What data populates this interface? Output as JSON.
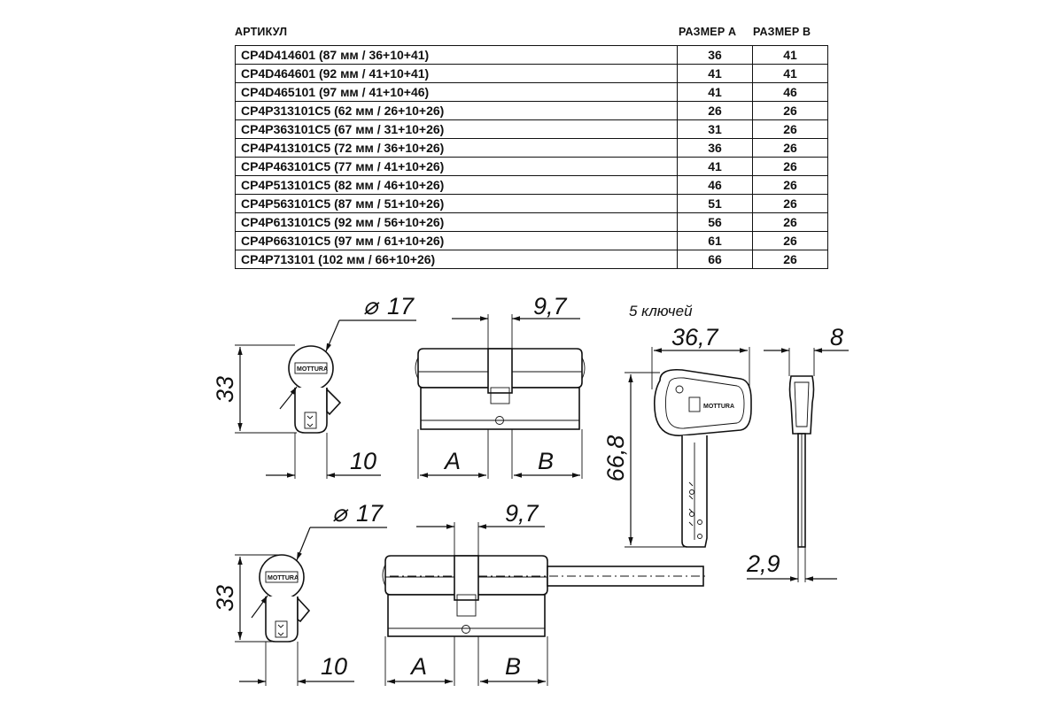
{
  "table": {
    "headers": {
      "article": "АРТИКУЛ",
      "size_a": "РАЗМЕР А",
      "size_b": "РАЗМЕР В"
    },
    "rows": [
      {
        "article": "CP4D414601 (87 мм / 36+10+41)",
        "a": "36",
        "b": "41"
      },
      {
        "article": "CP4D464601 (92 мм / 41+10+41)",
        "a": "41",
        "b": "41"
      },
      {
        "article": "CP4D465101 (97 мм / 41+10+46)",
        "a": "41",
        "b": "46"
      },
      {
        "article": "CP4P313101C5 (62 мм / 26+10+26)",
        "a": "26",
        "b": "26"
      },
      {
        "article": "CP4P363101C5 (67 мм / 31+10+26)",
        "a": "31",
        "b": "26"
      },
      {
        "article": "CP4P413101C5 (72 мм / 36+10+26)",
        "a": "36",
        "b": "26"
      },
      {
        "article": "CP4P463101C5 (77 мм / 41+10+26)",
        "a": "41",
        "b": "26"
      },
      {
        "article": "CP4P513101C5 (82 мм / 46+10+26)",
        "a": "46",
        "b": "26"
      },
      {
        "article": "CP4P563101C5 (87 мм / 51+10+26)",
        "a": "51",
        "b": "26"
      },
      {
        "article": "CP4P613101C5 (92 мм / 56+10+26)",
        "a": "56",
        "b": "26"
      },
      {
        "article": "CP4P663101C5 (97 мм / 61+10+26)",
        "a": "61",
        "b": "26"
      },
      {
        "article": "CP4P713101 (102 мм / 66+10+26)",
        "a": "66",
        "b": "26"
      }
    ]
  },
  "drawing": {
    "top_profile": {
      "diameter": "17",
      "height": "33",
      "width": "10"
    },
    "top_cylinder": {
      "cam": "9,7",
      "left": "A",
      "right": "B"
    },
    "keys": {
      "note": "5 ключей",
      "head_width": "36,7",
      "length": "66,8",
      "head_thickness": "8",
      "blade_thickness": "2,9",
      "brand": "MOTTURA"
    },
    "bottom_profile": {
      "diameter": "17",
      "height": "33",
      "width": "10"
    },
    "bottom_cylinder": {
      "cam": "9,7",
      "left": "A",
      "right": "B"
    }
  }
}
